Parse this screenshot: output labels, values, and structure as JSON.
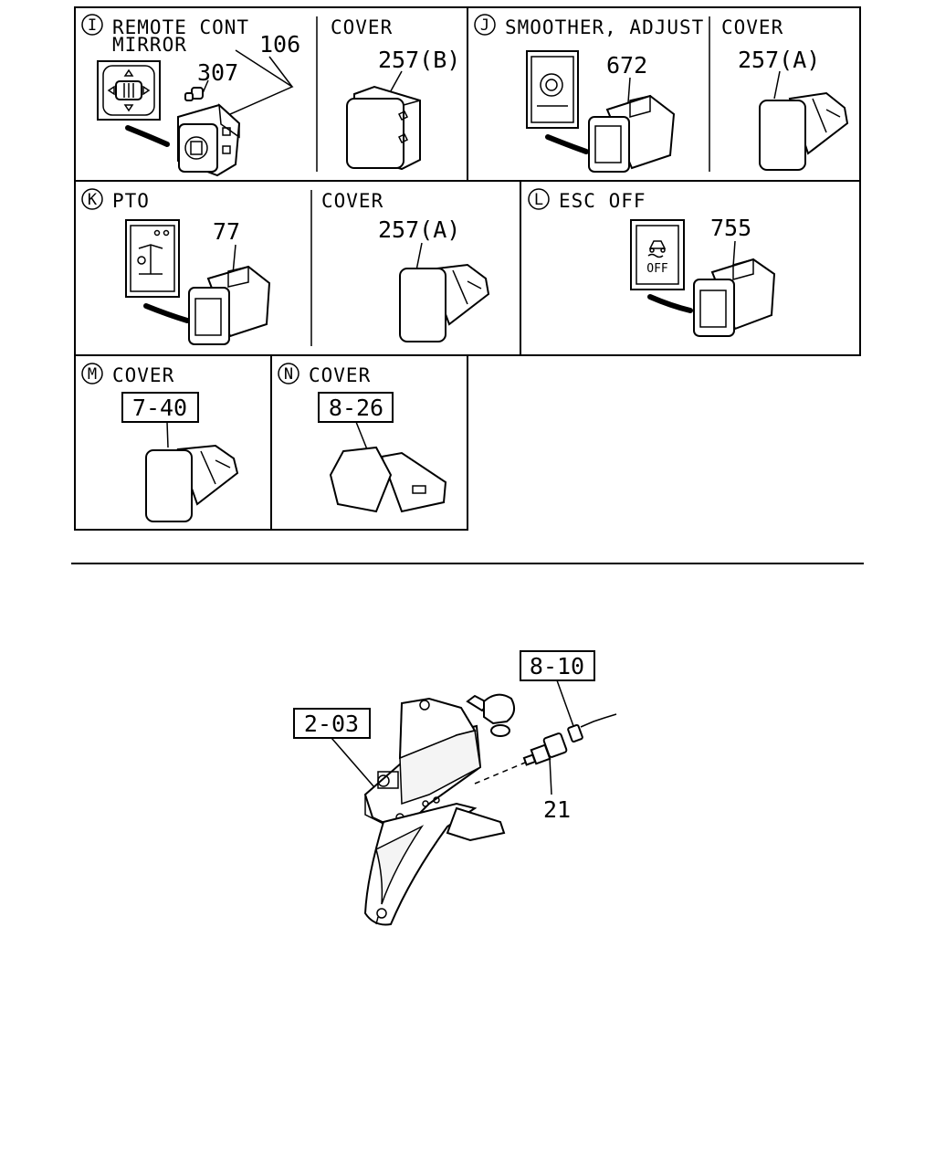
{
  "panels": {
    "I": {
      "letter": "I",
      "title_line1": "REMOTE CONT",
      "title_line2": "MIRROR",
      "part_switch": "106",
      "part_bulb": "307",
      "cover_title": "COVER",
      "cover_part": "257(B)"
    },
    "J": {
      "letter": "J",
      "title": "SMOOTHER, ADJUST",
      "part": "672",
      "cover_title": "COVER",
      "cover_part": "257(A)"
    },
    "K": {
      "letter": "K",
      "title": "PTO",
      "part": "77",
      "cover_title": "COVER",
      "cover_part": "257(A)"
    },
    "L": {
      "letter": "L",
      "title": "ESC OFF",
      "part": "755",
      "icon_text": "OFF"
    },
    "M": {
      "letter": "M",
      "title": "COVER",
      "ref": "7-40"
    },
    "N": {
      "letter": "N",
      "title": "COVER",
      "ref": "8-26"
    }
  },
  "pedal_assembly": {
    "ref_bracket": "2-03",
    "ref_connector": "8-10",
    "part_switch": "21"
  },
  "icons": [
    "mirror-control-icon",
    "smoother-adjust-icon",
    "pto-icon",
    "esc-off-icon"
  ],
  "colors": {
    "line": "#000000",
    "background": "#ffffff"
  }
}
